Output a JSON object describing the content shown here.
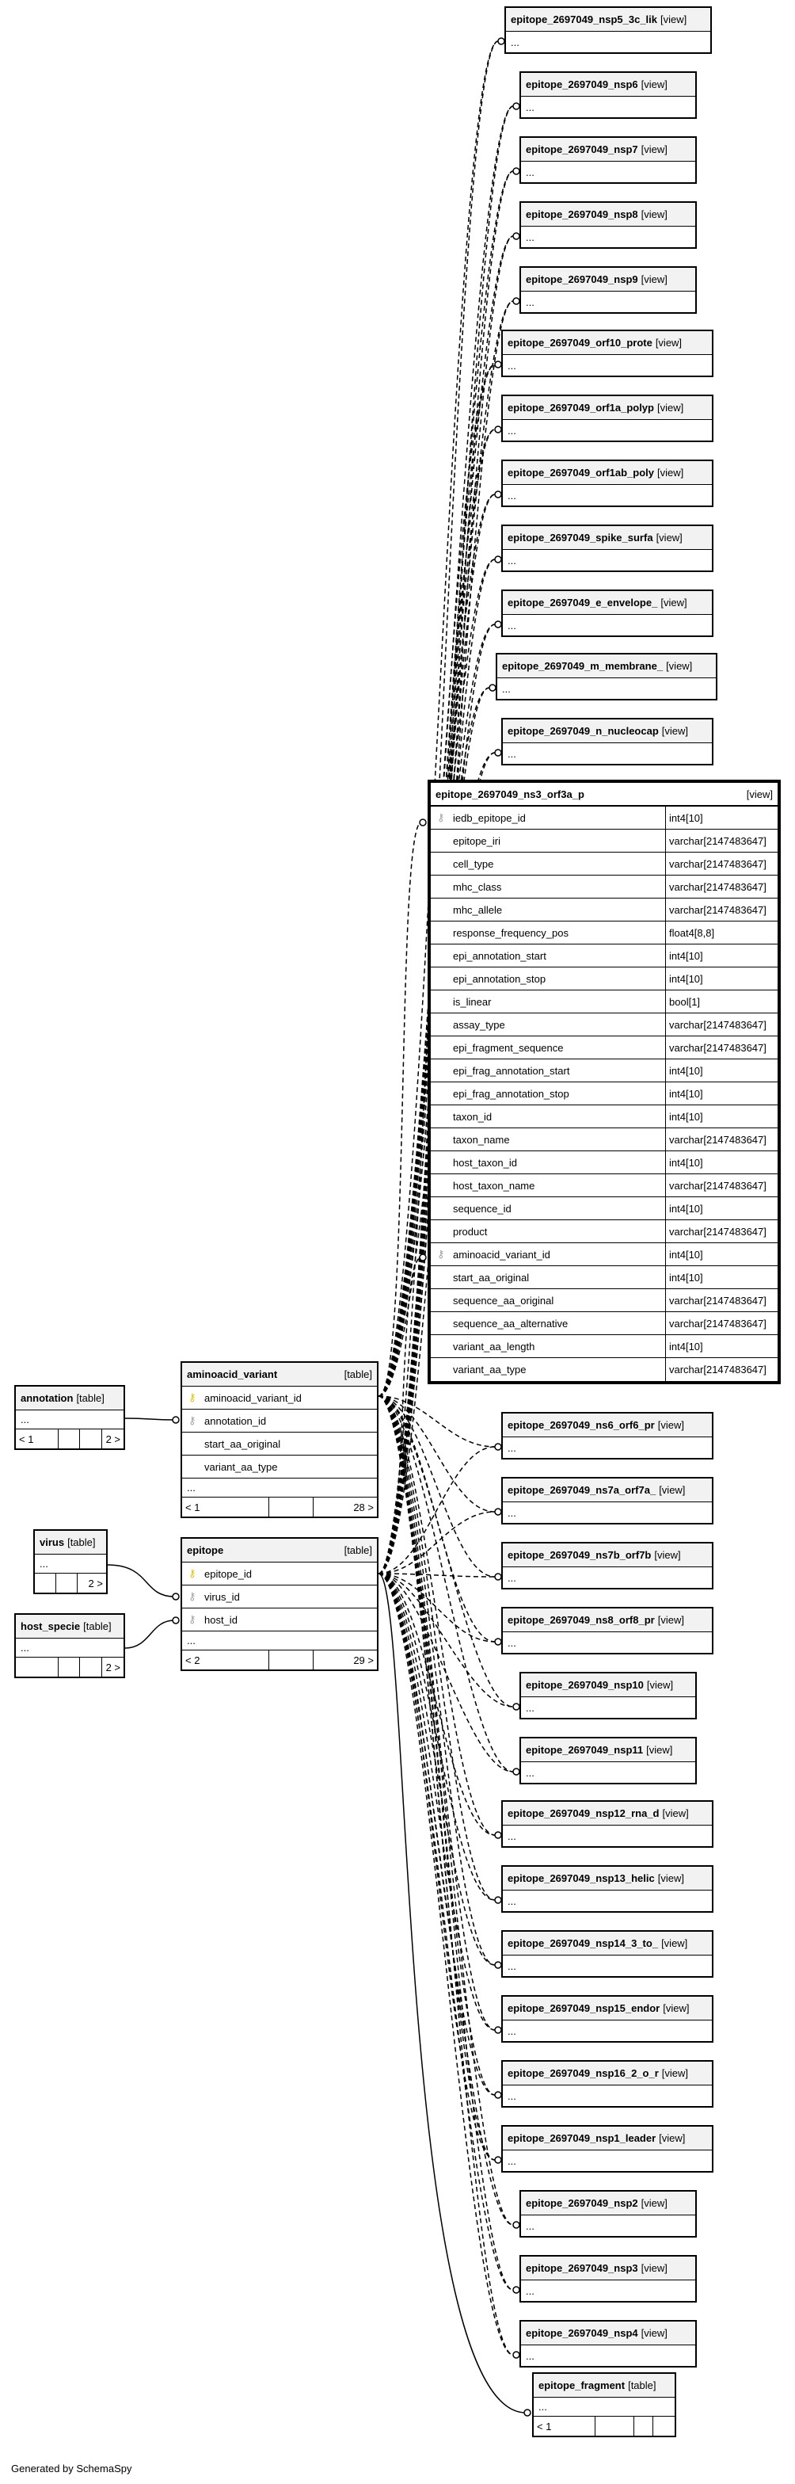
{
  "generated_by": "Generated by SchemaSpy",
  "views": [
    {
      "name": "epitope_2697049_nsp5_3c_lik",
      "kind": "[view]"
    },
    {
      "name": "epitope_2697049_nsp6",
      "kind": "[view]"
    },
    {
      "name": "epitope_2697049_nsp7",
      "kind": "[view]"
    },
    {
      "name": "epitope_2697049_nsp8",
      "kind": "[view]"
    },
    {
      "name": "epitope_2697049_nsp9",
      "kind": "[view]"
    },
    {
      "name": "epitope_2697049_orf10_prote",
      "kind": "[view]"
    },
    {
      "name": "epitope_2697049_orf1a_polyp",
      "kind": "[view]"
    },
    {
      "name": "epitope_2697049_orf1ab_poly",
      "kind": "[view]"
    },
    {
      "name": "epitope_2697049_spike_surfa",
      "kind": "[view]"
    },
    {
      "name": "epitope_2697049_e_envelope_",
      "kind": "[view]"
    },
    {
      "name": "epitope_2697049_m_membrane_",
      "kind": "[view]"
    },
    {
      "name": "epitope_2697049_n_nucleocap",
      "kind": "[view]"
    },
    {
      "name": "epitope_2697049_ns6_orf6_pr",
      "kind": "[view]"
    },
    {
      "name": "epitope_2697049_ns7a_orf7a_",
      "kind": "[view]"
    },
    {
      "name": "epitope_2697049_ns7b_orf7b",
      "kind": "[view]"
    },
    {
      "name": "epitope_2697049_ns8_orf8_pr",
      "kind": "[view]"
    },
    {
      "name": "epitope_2697049_nsp10",
      "kind": "[view]"
    },
    {
      "name": "epitope_2697049_nsp11",
      "kind": "[view]"
    },
    {
      "name": "epitope_2697049_nsp12_rna_d",
      "kind": "[view]"
    },
    {
      "name": "epitope_2697049_nsp13_helic",
      "kind": "[view]"
    },
    {
      "name": "epitope_2697049_nsp14_3_to_",
      "kind": "[view]"
    },
    {
      "name": "epitope_2697049_nsp15_endor",
      "kind": "[view]"
    },
    {
      "name": "epitope_2697049_nsp16_2_o_r",
      "kind": "[view]"
    },
    {
      "name": "epitope_2697049_nsp1_leader",
      "kind": "[view]"
    },
    {
      "name": "epitope_2697049_nsp2",
      "kind": "[view]"
    },
    {
      "name": "epitope_2697049_nsp3",
      "kind": "[view]"
    },
    {
      "name": "epitope_2697049_nsp4",
      "kind": "[view]"
    }
  ],
  "ellipsis": "...",
  "focus_view": {
    "name": "epitope_2697049_ns3_orf3a_p",
    "kind": "[view]",
    "columns": [
      {
        "name": "iedb_epitope_id",
        "type": "int4[10]",
        "key": "fk"
      },
      {
        "name": "epitope_iri",
        "type": "varchar[2147483647]",
        "key": ""
      },
      {
        "name": "cell_type",
        "type": "varchar[2147483647]",
        "key": ""
      },
      {
        "name": "mhc_class",
        "type": "varchar[2147483647]",
        "key": ""
      },
      {
        "name": "mhc_allele",
        "type": "varchar[2147483647]",
        "key": ""
      },
      {
        "name": "response_frequency_pos",
        "type": "float4[8,8]",
        "key": ""
      },
      {
        "name": "epi_annotation_start",
        "type": "int4[10]",
        "key": ""
      },
      {
        "name": "epi_annotation_stop",
        "type": "int4[10]",
        "key": ""
      },
      {
        "name": "is_linear",
        "type": "bool[1]",
        "key": ""
      },
      {
        "name": "assay_type",
        "type": "varchar[2147483647]",
        "key": ""
      },
      {
        "name": "epi_fragment_sequence",
        "type": "varchar[2147483647]",
        "key": ""
      },
      {
        "name": "epi_frag_annotation_start",
        "type": "int4[10]",
        "key": ""
      },
      {
        "name": "epi_frag_annotation_stop",
        "type": "int4[10]",
        "key": ""
      },
      {
        "name": "taxon_id",
        "type": "int4[10]",
        "key": ""
      },
      {
        "name": "taxon_name",
        "type": "varchar[2147483647]",
        "key": ""
      },
      {
        "name": "host_taxon_id",
        "type": "int4[10]",
        "key": ""
      },
      {
        "name": "host_taxon_name",
        "type": "varchar[2147483647]",
        "key": ""
      },
      {
        "name": "sequence_id",
        "type": "int4[10]",
        "key": ""
      },
      {
        "name": "product",
        "type": "varchar[2147483647]",
        "key": ""
      },
      {
        "name": "aminoacid_variant_id",
        "type": "int4[10]",
        "key": "fk"
      },
      {
        "name": "start_aa_original",
        "type": "int4[10]",
        "key": ""
      },
      {
        "name": "sequence_aa_original",
        "type": "varchar[2147483647]",
        "key": ""
      },
      {
        "name": "sequence_aa_alternative",
        "type": "varchar[2147483647]",
        "key": ""
      },
      {
        "name": "variant_aa_length",
        "type": "int4[10]",
        "key": ""
      },
      {
        "name": "variant_aa_type",
        "type": "varchar[2147483647]",
        "key": ""
      }
    ]
  },
  "annotation": {
    "name": "annotation",
    "kind": "[table]",
    "parents": "< 1",
    "children": "2 >"
  },
  "virus": {
    "name": "virus",
    "kind": "[table]",
    "children": "2 >"
  },
  "host_specie": {
    "name": "host_specie",
    "kind": "[table]",
    "children": "2 >"
  },
  "aminoacid_variant": {
    "name": "aminoacid_variant",
    "kind": "[table]",
    "columns": [
      {
        "name": "aminoacid_variant_id",
        "key": "pk"
      },
      {
        "name": "annotation_id",
        "key": "fk"
      },
      {
        "name": "start_aa_original",
        "key": ""
      },
      {
        "name": "variant_aa_type",
        "key": ""
      }
    ],
    "parents": "< 1",
    "children": "28 >"
  },
  "epitope": {
    "name": "epitope",
    "kind": "[table]",
    "columns": [
      {
        "name": "epitope_id",
        "key": "pk"
      },
      {
        "name": "virus_id",
        "key": "fk"
      },
      {
        "name": "host_id",
        "key": "fk"
      }
    ],
    "parents": "< 2",
    "children": "29 >"
  },
  "epitope_fragment": {
    "name": "epitope_fragment",
    "kind": "[table]",
    "parents": "< 1"
  },
  "icons": {
    "primary_key": "key-icon",
    "foreign_key": "key-icon"
  }
}
